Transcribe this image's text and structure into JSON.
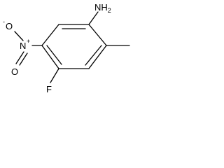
{
  "structure": {
    "atoms": {
      "amine": "NH",
      "amine_subscript": "2",
      "nitro_oxygen": "O",
      "nitro_oxygen_charge": "-",
      "nitro_nitrogen": "N",
      "nitro_nitrogen_charge": "+",
      "nitro_double_oxygen": "O",
      "fluorine": "F"
    }
  }
}
